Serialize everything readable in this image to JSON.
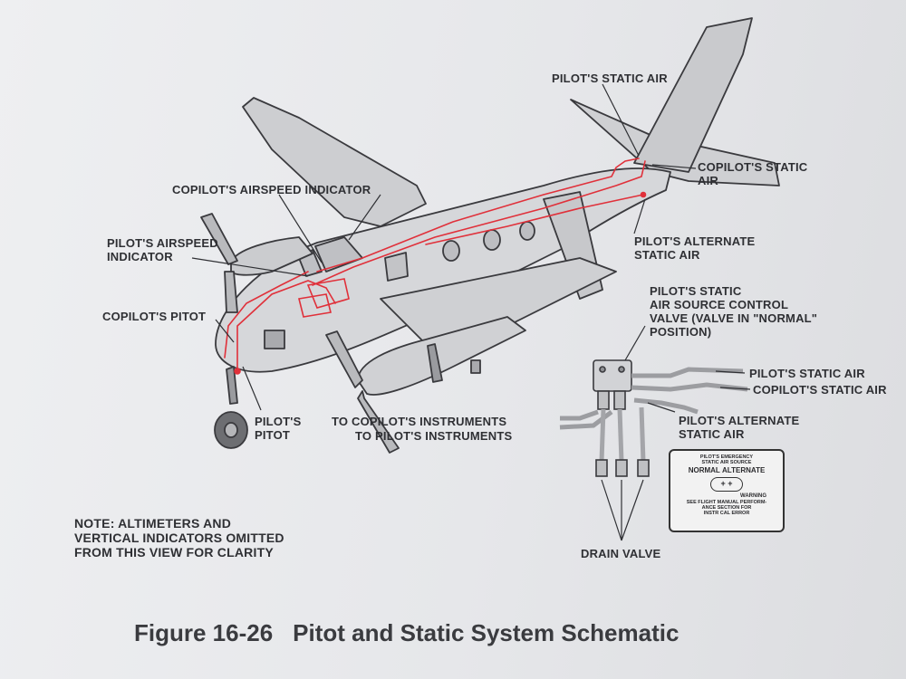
{
  "labels": {
    "pilots_static_air_top": "PILOT'S STATIC AIR",
    "copilots_static_air_tail": "COPILOT'S STATIC\nAIR",
    "copilots_airspeed_indicator": "COPILOT'S AIRSPEED INDICATOR",
    "pilots_airspeed_indicator": "PILOT'S AIRSPEED\nINDICATOR",
    "pilots_alternate_static_air_top": "PILOT'S ALTERNATE\nSTATIC AIR",
    "copilots_pitot": "COPILOT'S PITOT",
    "pilots_static_air_source_control_valve": "PILOT'S STATIC\nAIR SOURCE CONTROL\nVALVE (VALVE IN \"NORMAL\"\nPOSITION)",
    "pilots_static_air_right": "PILOT'S STATIC AIR",
    "copilots_static_air_right": "COPILOT'S STATIC AIR",
    "pilots_pitot": "PILOT'S\nPITOT",
    "to_copilots_instruments": "TO COPILOT'S INSTRUMENTS",
    "to_pilots_instruments": "TO PILOT'S INSTRUMENTS",
    "pilots_alternate_static_air_bottom": "PILOT'S ALTERNATE\nSTATIC AIR",
    "note": "NOTE: ALTIMETERS AND\nVERTICAL INDICATORS OMITTED\nFROM THIS VIEW FOR CLARITY",
    "drain_valve": "DRAIN VALVE"
  },
  "placard": {
    "line1": "PILOT'S EMERGENCY",
    "line2": "STATIC AIR SOURCE",
    "normal": "NORMAL",
    "alternate": "ALTERNATE",
    "knob": "+ +",
    "warning": "WARNING",
    "line3": "SEE FLIGHT MANUAL PERFORM-",
    "line4": "ANCE SECTION FOR",
    "line5": "INSTR CAL ERROR"
  },
  "caption": {
    "figure_number": "Figure 16-26",
    "title": "Pitot and Static System Schematic"
  },
  "colors": {
    "pitot_static_lines": "#e0303a",
    "linework": "#3a3a3e",
    "paper": "#e9eaec"
  }
}
